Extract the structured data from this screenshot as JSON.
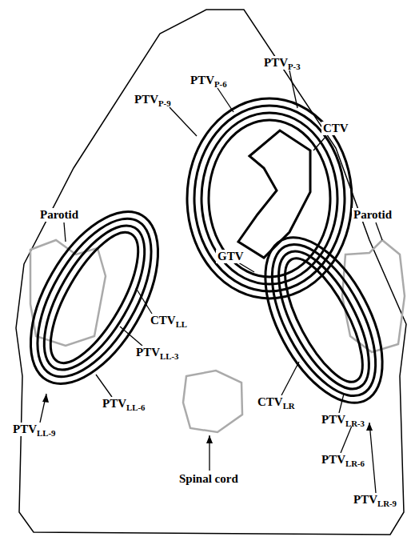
{
  "diagram": {
    "labels": [
      "PTVP-6",
      "PTVP-3",
      "PTVP-9",
      "CTV",
      "Parotid",
      "Parotid",
      "GTV",
      "CTVLL",
      "PTVLL-3",
      "PTVLL-6",
      "PTVLL-9",
      "Spinal cord",
      "CTVLR",
      "PTVLR-3",
      "PTVLR-6",
      "PTVLR-9"
    ]
  }
}
